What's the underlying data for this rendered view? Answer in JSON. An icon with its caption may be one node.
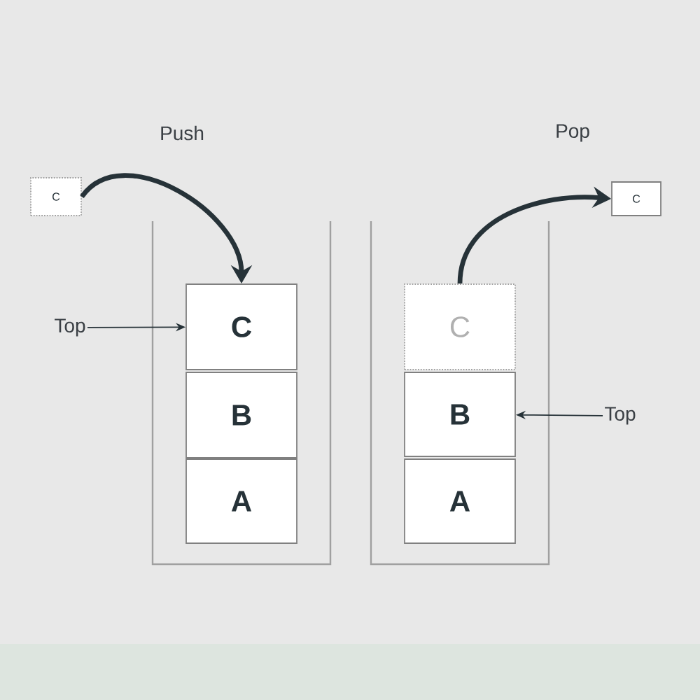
{
  "diagram": {
    "nodes": [
      {
        "text": [
          "C"
        ]
      },
      {
        "text": [],
        "shape": "box"
      },
      {
        "text": [
          "C"
        ],
        "in": 1
      },
      {
        "text": [
          "B"
        ],
        "in": 1
      },
      {
        "text": [
          "A"
        ],
        "in": 1
      },
      {
        "text": [
          "Top"
        ]
      },
      {
        "text": [],
        "shape": "box"
      },
      {
        "text": [
          "C"
        ],
        "in": 6
      },
      {
        "text": [
          "B"
        ],
        "in": 6
      },
      {
        "text": [
          "A"
        ],
        "in": 6
      },
      {
        "text": [
          "Top"
        ]
      },
      {
        "text": [
          "C"
        ]
      }
    ],
    "edges": [
      {
        "from": 0,
        "to": 2,
        "arrow": "to",
        "style": "thick"
      },
      {
        "from": 5,
        "to": 2,
        "arrow": "to"
      },
      {
        "from": 10,
        "to": 8,
        "arrow": "to"
      },
      {
        "from": 7,
        "to": 11,
        "arrow": "to",
        "style": "thick"
      }
    ],
    "labels": [
      "Push",
      "Pop"
    ]
  }
}
